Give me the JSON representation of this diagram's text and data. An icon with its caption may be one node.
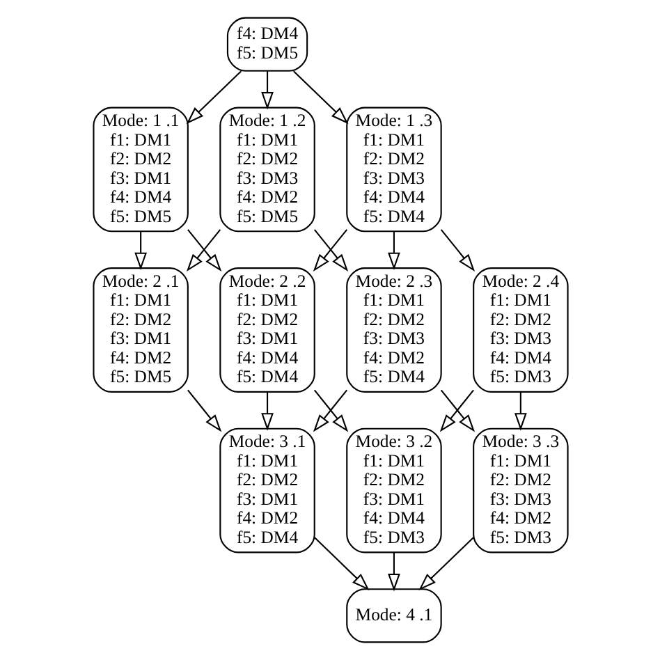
{
  "diagram": {
    "nodes": [
      {
        "text": [
          "f4: DM4",
          "f5: DM5"
        ]
      },
      {
        "text": [
          "Mode: 1 .1",
          "f1: DM1",
          "f2: DM2",
          "f3: DM1",
          "f4: DM4",
          "f5: DM5"
        ]
      },
      {
        "text": [
          "Mode: 1 .2",
          "f1: DM1",
          "f2: DM2",
          "f3: DM3",
          "f4: DM2",
          "f5: DM5"
        ]
      },
      {
        "text": [
          "Mode: 1 .3",
          "f1: DM1",
          "f2: DM2",
          "f3: DM3",
          "f4: DM4",
          "f5: DM4"
        ]
      },
      {
        "text": [
          "Mode: 2 .1",
          "f1: DM1",
          "f2: DM2",
          "f3: DM1",
          "f4: DM2",
          "f5: DM5"
        ]
      },
      {
        "text": [
          "Mode: 2 .2",
          "f1: DM1",
          "f2: DM2",
          "f3: DM1",
          "f4: DM4",
          "f5: DM4"
        ]
      },
      {
        "text": [
          "Mode: 2 .3",
          "f1: DM1",
          "f2: DM2",
          "f3: DM3",
          "f4: DM2",
          "f5: DM4"
        ]
      },
      {
        "text": [
          "Mode: 2 .4",
          "f1: DM1",
          "f2: DM2",
          "f3: DM3",
          "f4: DM4",
          "f5: DM3"
        ]
      },
      {
        "text": [
          "Mode: 3 .1",
          "f1: DM1",
          "f2: DM2",
          "f3: DM1",
          "f4: DM2",
          "f5: DM4"
        ]
      },
      {
        "text": [
          "Mode: 3 .2",
          "f1: DM1",
          "f2: DM2",
          "f3: DM1",
          "f4: DM4",
          "f5: DM3"
        ]
      },
      {
        "text": [
          "Mode: 3 .3",
          "f1: DM1",
          "f2: DM2",
          "f3: DM3",
          "f4: DM2",
          "f5: DM3"
        ]
      },
      {
        "text": [
          "Mode: 4 .1"
        ]
      }
    ],
    "edges": [
      {
        "from": 0,
        "to": 1,
        "arrow": "to"
      },
      {
        "from": 0,
        "to": 2,
        "arrow": "to"
      },
      {
        "from": 0,
        "to": 3,
        "arrow": "to"
      },
      {
        "from": 1,
        "to": 4,
        "arrow": "to"
      },
      {
        "from": 1,
        "to": 5,
        "arrow": "to"
      },
      {
        "from": 2,
        "to": 4,
        "arrow": "to"
      },
      {
        "from": 2,
        "to": 6,
        "arrow": "to"
      },
      {
        "from": 3,
        "to": 5,
        "arrow": "to"
      },
      {
        "from": 3,
        "to": 6,
        "arrow": "to"
      },
      {
        "from": 3,
        "to": 7,
        "arrow": "to"
      },
      {
        "from": 4,
        "to": 8,
        "arrow": "to"
      },
      {
        "from": 5,
        "to": 8,
        "arrow": "to"
      },
      {
        "from": 5,
        "to": 9,
        "arrow": "to"
      },
      {
        "from": 6,
        "to": 8,
        "arrow": "to"
      },
      {
        "from": 6,
        "to": 10,
        "arrow": "to"
      },
      {
        "from": 7,
        "to": 9,
        "arrow": "to"
      },
      {
        "from": 7,
        "to": 10,
        "arrow": "to"
      },
      {
        "from": 8,
        "to": 11,
        "arrow": "to"
      },
      {
        "from": 9,
        "to": 11,
        "arrow": "to"
      },
      {
        "from": 10,
        "to": 11,
        "arrow": "to"
      }
    ]
  }
}
